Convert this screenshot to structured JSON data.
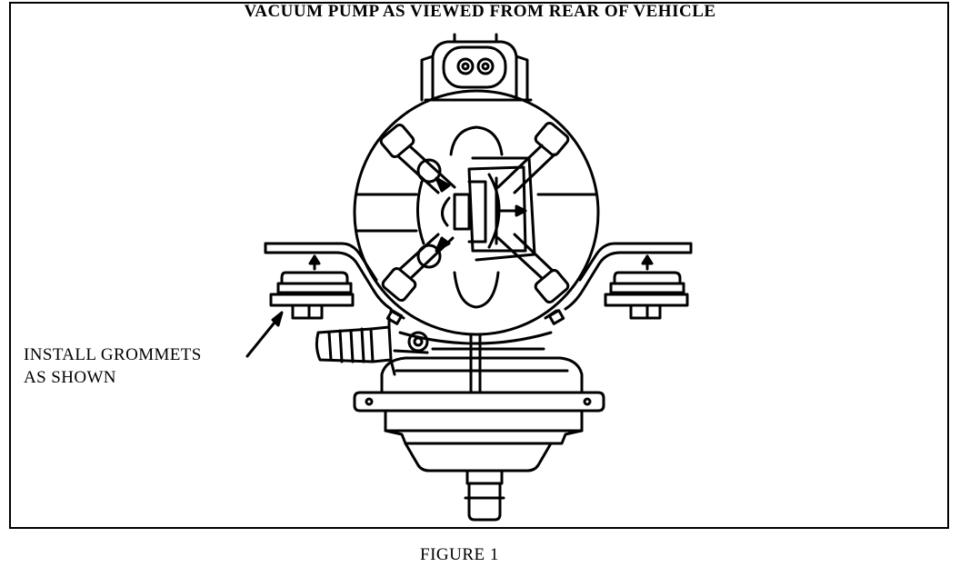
{
  "diagram": {
    "title": "VACUUM PUMP AS VIEWED FROM REAR OF VEHICLE",
    "callout_line1": "INSTALL GROMMETS",
    "callout_line2": "AS SHOWN",
    "caption": "FIGURE 1"
  }
}
